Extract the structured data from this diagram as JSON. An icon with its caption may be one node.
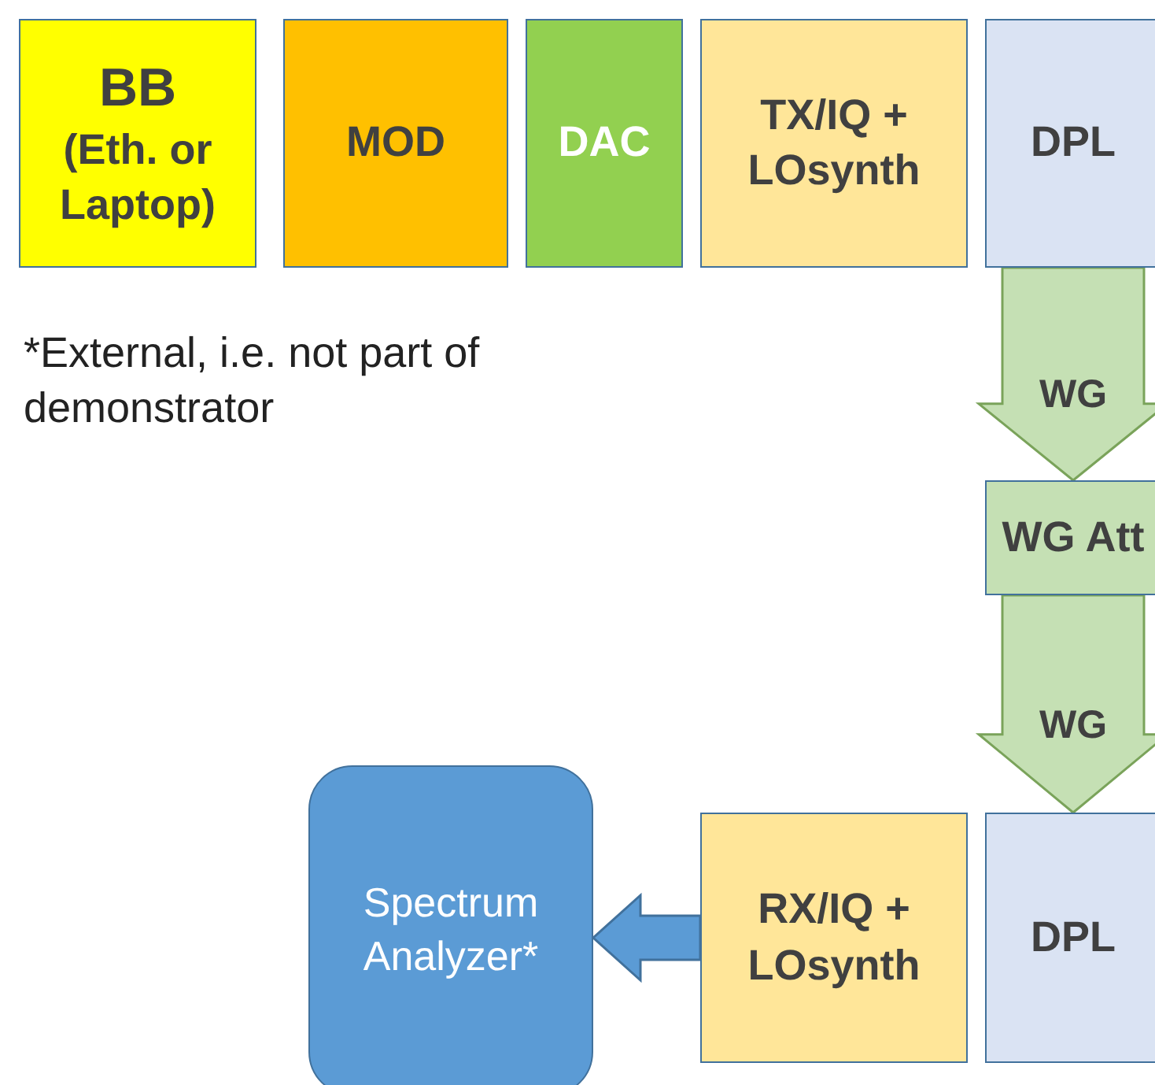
{
  "diagram": {
    "nodes": [
      {
        "text": [
          "BB",
          "(Eth. or Laptop)"
        ]
      },
      {
        "text": [
          "MOD"
        ]
      },
      {
        "text": [
          "DAC"
        ]
      },
      {
        "text": [
          "TX/IQ + LOsynth"
        ]
      },
      {
        "text": [
          "DPL"
        ]
      },
      {
        "text": [
          "WG Att"
        ]
      },
      {
        "text": [
          "Spectrum Analyzer*"
        ]
      },
      {
        "text": [
          "RX/IQ + LOsynth"
        ]
      },
      {
        "text": [
          "DPL"
        ]
      }
    ],
    "edges": [
      {
        "from": 4,
        "to": 5,
        "arrow": "to",
        "label": "WG",
        "color": "#c5e0b4"
      },
      {
        "from": 5,
        "to": 8,
        "arrow": "to",
        "label": "WG",
        "color": "#c5e0b4"
      },
      {
        "from": 7,
        "to": 6,
        "arrow": "to"
      }
    ],
    "labels": [
      "*External, i.e. not part of demonstrator"
    ]
  }
}
